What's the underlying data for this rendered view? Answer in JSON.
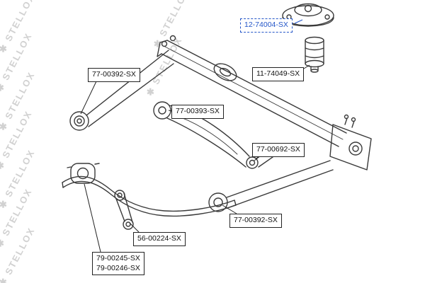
{
  "watermark": {
    "text": "✱ STELLOX"
  },
  "diagram": {
    "highlight_color": "#2456c8",
    "line_color": "#3a3a3a",
    "labels": {
      "strut_mount": "12-74004-SX",
      "bump_stop": "11-74049-SX",
      "trailing_arm_bushing_front": "77-00392-SX",
      "lateral_arm_bushing": "77-00393-SX",
      "link_bushing": "77-00692-SX",
      "trailing_arm_bushing_rear": "77-00392-SX",
      "stabilizer_link": "56-00224-SX",
      "stabilizer_bushing_a": "79-00245-SX",
      "stabilizer_bushing_b": "79-00246-SX"
    }
  }
}
